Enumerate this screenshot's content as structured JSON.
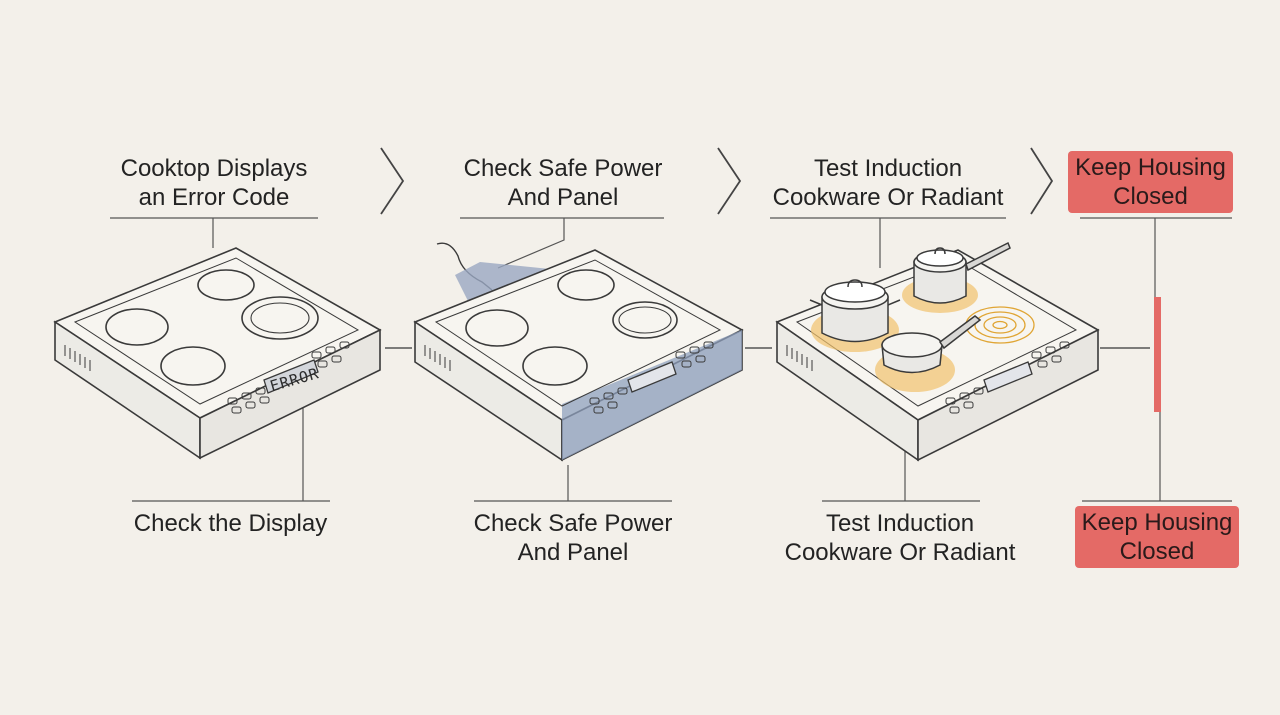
{
  "steps": [
    {
      "top_label": [
        "Cooktop Displays",
        "an Error Code"
      ],
      "bottom_label": [
        "Check the Display"
      ],
      "display_text": "ERROR"
    },
    {
      "top_label": [
        "Check Safe Power",
        "And Panel"
      ],
      "bottom_label": [
        "Check Safe Power",
        "And Panel"
      ]
    },
    {
      "top_label": [
        "Test Induction",
        "Cookware Or Radiant"
      ],
      "bottom_label": [
        "Test Induction",
        "Cookware Or Radiant"
      ]
    },
    {
      "top_label": [
        "Keep Housing",
        "Closed"
      ],
      "bottom_label": [
        "Keep Housing",
        "Closed"
      ]
    }
  ],
  "colors": {
    "background": "#f3f0ea",
    "line": "#3a3a3a",
    "warning": "#e46a66",
    "highlight_blue": "#8fa0bd",
    "heat_glow": "#f1c26c"
  }
}
